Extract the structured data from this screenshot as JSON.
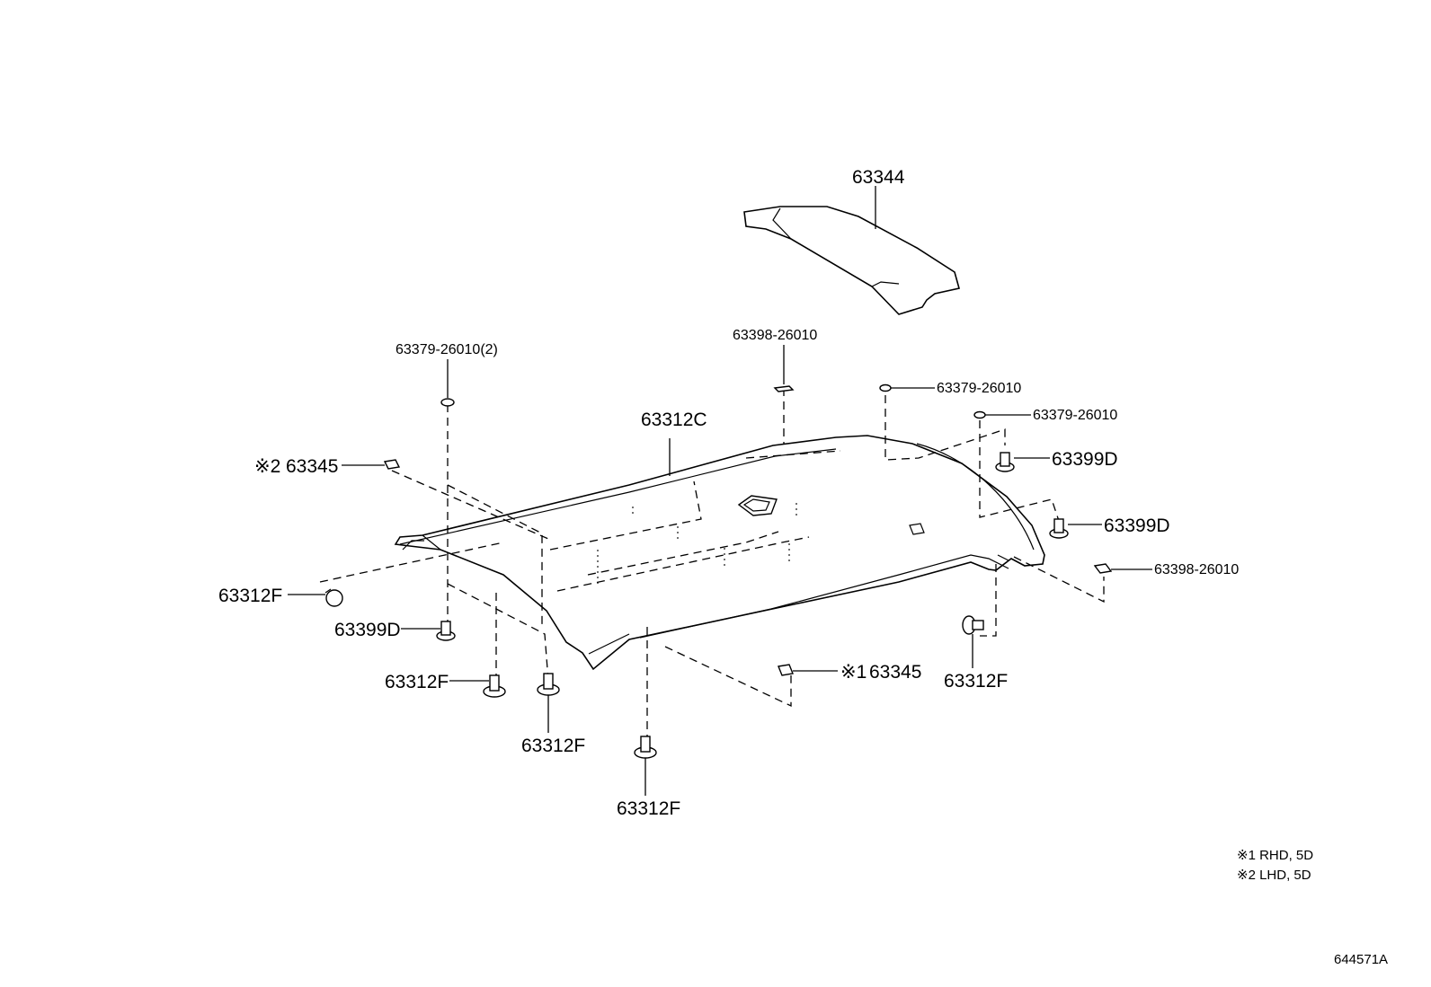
{
  "labels": {
    "visor_panel": "63344",
    "headlining": "63312C",
    "bracket_left_note": "※2",
    "bracket_left": "63345",
    "bracket_right_note": "※1",
    "bracket_right": "63345",
    "clip_top_left": "63379-26010(2)",
    "clip_top_center": "63398-26010",
    "clip_top_right1": "63379-26010",
    "clip_top_right2": "63379-26010",
    "clip_right_pad": "63398-26010",
    "clip_63399d_a": "63399D",
    "clip_63399d_b": "63399D",
    "clip_63399d_c": "63399D",
    "clip_63312f_a": "63312F",
    "clip_63312f_b": "63312F",
    "clip_63312f_c": "63312F",
    "clip_63312f_d": "63312F",
    "clip_63312f_e": "63312F"
  },
  "notes": {
    "note1": "※1 RHD, 5D",
    "note2": "※2 LHD, 5D"
  },
  "figure_id": "644571A"
}
